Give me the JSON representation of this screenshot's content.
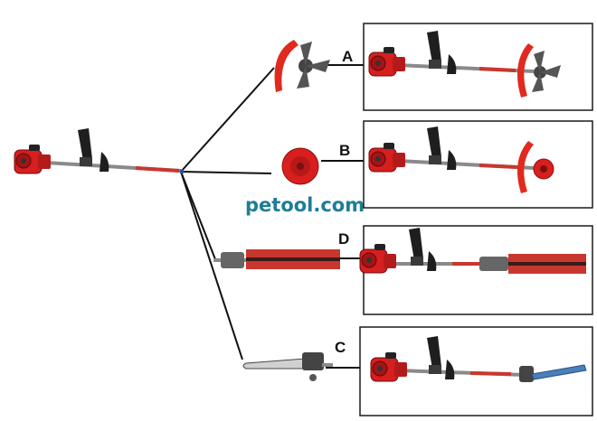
{
  "watermark": "petool.com",
  "colors": {
    "engine_red": "#d61f1f",
    "shaft": "#8a8a8a",
    "line": "#111111",
    "watermark": "#1f7d95"
  },
  "attachments": [
    {
      "label": "A",
      "name": "brush-cutter-blade"
    },
    {
      "label": "B",
      "name": "trimmer-head"
    },
    {
      "label": "D",
      "name": "hedge-trimmer"
    },
    {
      "label": "C",
      "name": "pole-saw"
    }
  ]
}
